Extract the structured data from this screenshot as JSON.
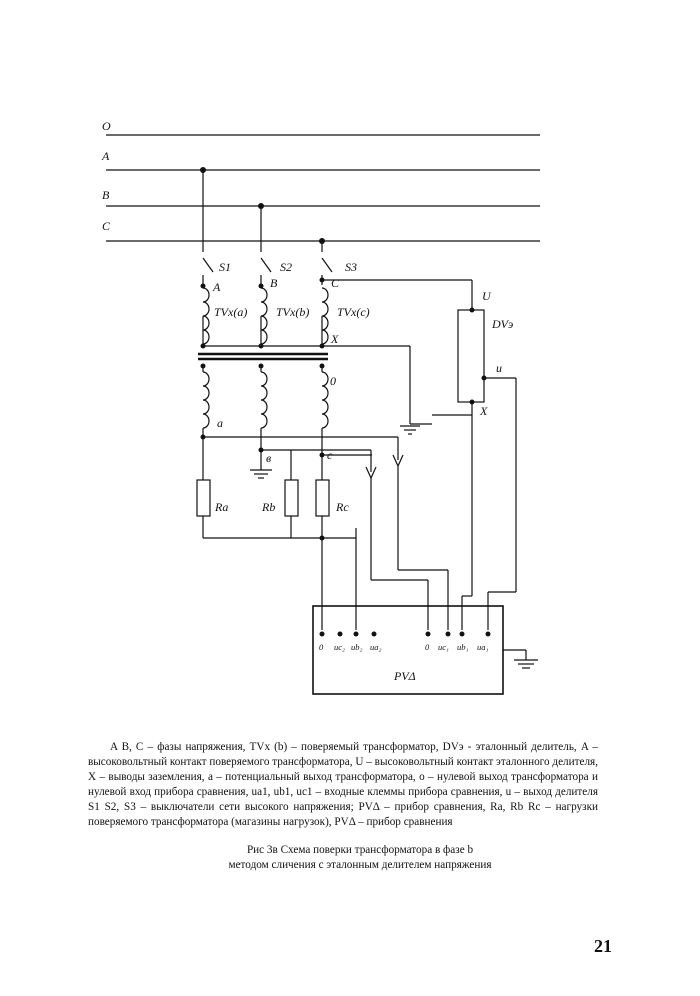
{
  "diagram": {
    "bus_labels": {
      "o": "O",
      "a": "A",
      "b": "B",
      "c": "C"
    },
    "switches": [
      "S1",
      "S2",
      "S3"
    ],
    "hv_contacts": {
      "a": "A",
      "b": "B",
      "c": "C"
    },
    "transformers": [
      "TVx(a)",
      "TVx(b)",
      "TVx(c)"
    ],
    "x_terminal": "X",
    "divider": {
      "label": "DVэ",
      "top": "U",
      "output": "u",
      "ground": "X"
    },
    "secondary": {
      "a": "a",
      "b": "в",
      "c": "c",
      "zero": "0"
    },
    "loads": [
      "Ra",
      "Rb",
      "Rc"
    ],
    "instrument": {
      "label": "PVΔ",
      "left_terminals": [
        "0",
        "uc₂",
        "ub₂",
        "ua₂"
      ],
      "right_terminals": [
        "0",
        "uc₁",
        "ub₁",
        "ua₁"
      ]
    }
  },
  "caption": {
    "text": "A B, C – фазы напряжения, TVх (b) – поверяемый трансформатор, DVэ - эталонный делитель, A – высоковольтный контакт поверяемого трансформатора, U – высоковольтный контакт эталонного делителя, X – выводы заземления, a – потенциальный выход трансформатора, o – нулевой выход трансформатора и нулевой вход прибора сравнения, ua1, ub1, uc1 – входные клеммы прибора сравнения, u – выход делителя S1 S2, S3 – выключатели сети высокого напряжения; PVΔ – прибор сравнения, Ra, Rb Rc – нагрузки поверяемого трансформатора (магазины нагрузок), PVΔ – прибор сравнения",
    "figure_title_line1": "Рис 3в Схема поверки трансформатора в фазе b",
    "figure_title_line2": "методом сличения с эталонным делителем напряжения"
  },
  "page_number": "21"
}
